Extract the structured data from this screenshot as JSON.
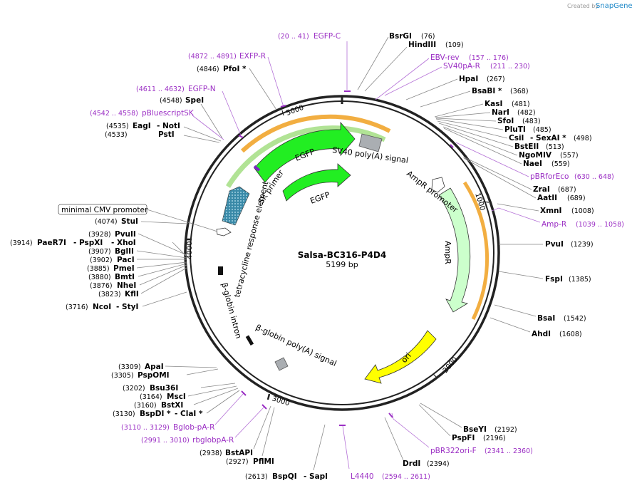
{
  "header": {
    "credit": "Created by",
    "brand": "SnapGene"
  },
  "plasmid": {
    "name": "Salsa-BC316-P4D4",
    "length": "5199 bp",
    "ticks": [
      "1000",
      "2000",
      "3000",
      "4000",
      "5000"
    ]
  },
  "features": {
    "egfp_1": "EGFP",
    "egfp_2": "EGFP",
    "sv40": "SV40 poly(A) signal",
    "ampr_promoter": "AmpR promoter",
    "ampr": "AmpR",
    "ori": "ori",
    "sk_primer": "SK primer",
    "tre": "tetracycline response element",
    "bglobin_intron": "β-globin intron",
    "bglobin_polya": "β-globin poly(A) signal",
    "min_cmv": "minimal CMV promoter"
  },
  "sites": {
    "bsrgi": {
      "name": "BsrGI",
      "pos": "(76)"
    },
    "hindiii": {
      "name": "HindIII",
      "pos": "(109)"
    },
    "hpai": {
      "name": "HpaI",
      "pos": "(267)"
    },
    "bsabi": {
      "name": "BsaBI *",
      "pos": "(368)"
    },
    "kasi": {
      "name": "KasI",
      "pos": "(481)"
    },
    "nari": {
      "name": "NarI",
      "pos": "(482)"
    },
    "sfoi": {
      "name": "SfoI",
      "pos": "(483)"
    },
    "pluti": {
      "name": "PluTI",
      "pos": "(485)"
    },
    "csi": {
      "name": "CsiI",
      "sep": "- SexAI *",
      "pos": "(498)"
    },
    "bsteii": {
      "name": "BstEII",
      "pos": "(513)"
    },
    "ngomiv": {
      "name": "NgoMIV",
      "pos": "(557)"
    },
    "naei": {
      "name": "NaeI",
      "pos": "(559)"
    },
    "zrai": {
      "name": "ZraI",
      "pos": "(687)"
    },
    "aatii": {
      "name": "AatII",
      "pos": "(689)"
    },
    "xmni": {
      "name": "XmnI",
      "pos": "(1008)"
    },
    "pvui": {
      "name": "PvuI",
      "pos": "(1239)"
    },
    "fspi": {
      "name": "FspI",
      "pos": "(1385)"
    },
    "bsai": {
      "name": "BsaI",
      "pos": "(1542)"
    },
    "ahdi": {
      "name": "AhdI",
      "pos": "(1608)"
    },
    "bseyi": {
      "name": "BseYI",
      "pos": "(2192)"
    },
    "pspfi": {
      "name": "PspFI",
      "pos": "(2196)"
    },
    "drdi": {
      "name": "DrdI",
      "pos": "(2394)"
    },
    "bspqi": {
      "name": "BspQI",
      "sep": "- SapI",
      "pos": "(2613)"
    },
    "pflmi": {
      "name": "PflMI",
      "pos": "(2927)"
    },
    "bstapi": {
      "name": "BstAPI",
      "pos": "(2938)"
    },
    "bspdi": {
      "name": "BspDI *",
      "sep": "- ClaI *",
      "pos": "(3130)"
    },
    "bstxi": {
      "name": "BstXI",
      "pos": "(3160)"
    },
    "msci": {
      "name": "MscI",
      "pos": "(3164)"
    },
    "bsu36i": {
      "name": "Bsu36I",
      "pos": "(3202)"
    },
    "pspomi": {
      "name": "PspOMI",
      "pos": "(3305)"
    },
    "apai": {
      "name": "ApaI",
      "pos": "(3309)"
    },
    "ncoi": {
      "name": "NcoI",
      "sep": "- StyI",
      "pos": "(3716)"
    },
    "kfli": {
      "name": "KflI",
      "pos": "(3823)"
    },
    "nhei": {
      "name": "NheI",
      "pos": "(3876)"
    },
    "bmti": {
      "name": "BmtI",
      "pos": "(3880)"
    },
    "pmei": {
      "name": "PmeI",
      "pos": "(3885)"
    },
    "paci": {
      "name": "PacI",
      "pos": "(3902)"
    },
    "bglii": {
      "name": "BglII",
      "pos": "(3907)"
    },
    "paer7i": {
      "name": "PaeR7I",
      "sep1": "- PspXI",
      "sep2": "- XhoI",
      "pos": "(3914)"
    },
    "pvuii": {
      "name": "PvuII",
      "pos": "(3928)"
    },
    "stui": {
      "name": "StuI",
      "pos": "(4074)"
    },
    "psti": {
      "name": "PstI",
      "pos": "(4533)"
    },
    "eagi": {
      "name": "EagI",
      "sep": "- NotI",
      "pos": "(4535)"
    },
    "spei": {
      "name": "SpeI",
      "pos": "(4548)"
    },
    "pfoi": {
      "name": "PfoI *",
      "pos": "(4846)"
    }
  },
  "primers": {
    "egfp_c": {
      "name": "EGFP-C",
      "pos": "(20 .. 41)"
    },
    "ebv_rev": {
      "name": "EBV-rev",
      "pos": "(157 .. 176)"
    },
    "sv40pa_r": {
      "name": "SV40pA-R",
      "pos": "(211 .. 230)"
    },
    "pbrforeco": {
      "name": "pBRforEco",
      "pos": "(630 .. 648)"
    },
    "amp_r": {
      "name": "Amp-R",
      "pos": "(1039 .. 1058)"
    },
    "pbr322ori_f": {
      "name": "pBR322ori-F",
      "pos": "(2341 .. 2360)"
    },
    "l4440": {
      "name": "L4440",
      "pos": "(2594 .. 2611)"
    },
    "rbglobpa_r": {
      "name": "rbglobpA-R",
      "pos": "(2991 .. 3010)"
    },
    "bglob_pa_r": {
      "name": "Bglob-pA-R",
      "pos": "(3110 .. 3129)"
    },
    "pbluescriptsk": {
      "name": "pBluescriptSK",
      "pos": "(4542 .. 4558)"
    },
    "egfp_n": {
      "name": "EGFP-N",
      "pos": "(4611 .. 4632)"
    },
    "exfp_r": {
      "name": "EXFP-R",
      "pos": "(4872 .. 4891)"
    }
  },
  "colors": {
    "egfp": "#22ee22",
    "ampr": "#ccffcc",
    "ori": "#ffff00",
    "primer_bar": "#f0a020",
    "label_purple": "#9b2fc4",
    "tre": "#3a8aa8"
  }
}
